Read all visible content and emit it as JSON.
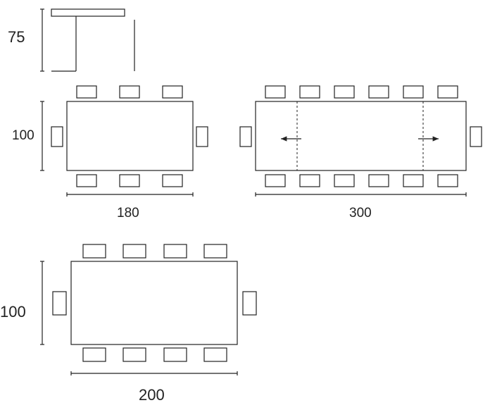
{
  "dimensions": {
    "height": "75",
    "width_small": "100",
    "length_small": "180",
    "length_extended": "300",
    "width_large": "100",
    "length_large": "200"
  }
}
